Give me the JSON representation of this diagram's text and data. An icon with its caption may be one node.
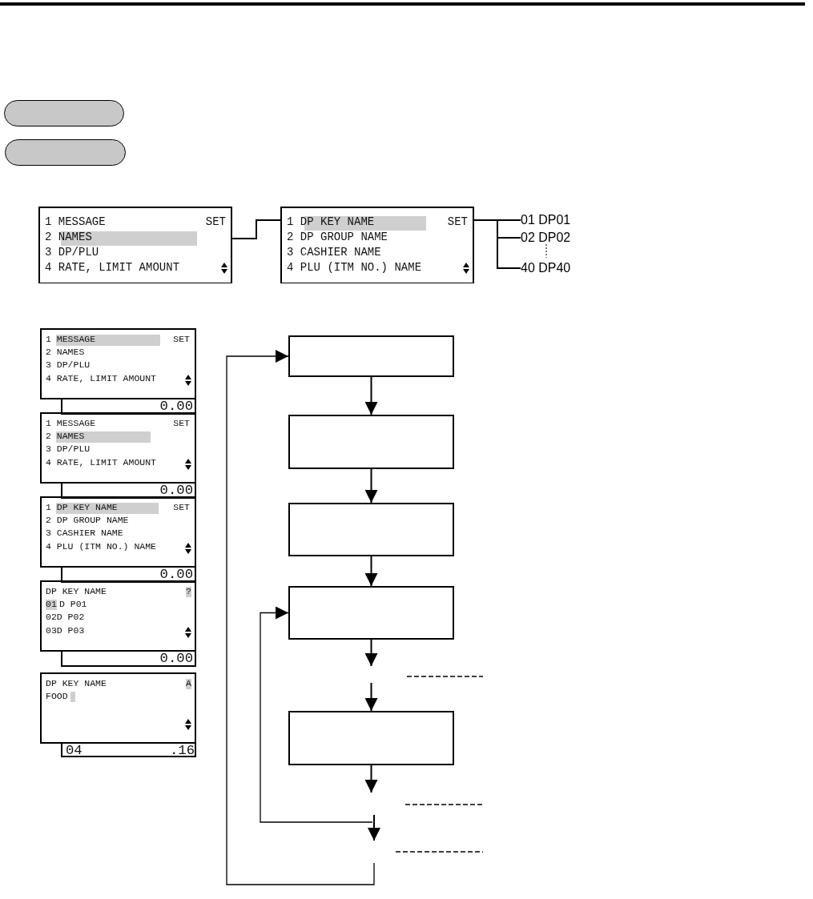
{
  "diagram": {
    "nodes": [
      {
        "text": [],
        "shape": "oval"
      },
      {
        "text": [],
        "shape": "oval"
      },
      {
        "text": [
          "1 MESSAGE",
          "SET",
          "2 NAMES",
          "3 DP/PLU",
          "4 RATE, LIMIT AMOUNT"
        ]
      },
      {
        "text": [
          "1 DP KEY NAME",
          "SET",
          "2 DP GROUP NAME",
          "3 CASHIER NAME",
          "4 PLU (ITM NO.) NAME"
        ]
      },
      {
        "text": [
          "01 DP01"
        ]
      },
      {
        "text": [
          "02 DP02"
        ]
      },
      {
        "text": [
          "40 DP40"
        ]
      },
      {
        "text": [
          "1 MESSAGE",
          "SET",
          "2 NAMES",
          "3 DP/PLU",
          "4 RATE, LIMIT AMOUNT",
          "0.00"
        ]
      },
      {
        "text": [
          "1 MESSAGE",
          "SET",
          "2 NAMES",
          "3 DP/PLU",
          "4 RATE, LIMIT AMOUNT",
          "0.00"
        ]
      },
      {
        "text": [
          "1 DP KEY NAME",
          "SET",
          "2 DP GROUP NAME",
          "3 CASHIER NAME",
          "4 PLU (ITM NO.) NAME",
          "0.00"
        ]
      },
      {
        "text": [
          "DP KEY NAME",
          "?",
          "01",
          "D P01",
          "02D P02",
          "03D P03",
          "0.00"
        ]
      },
      {
        "text": [
          "DP KEY NAME",
          "A",
          "FOOD",
          "04",
          ".16"
        ]
      },
      {
        "text": [],
        "shape": "box"
      },
      {
        "text": [],
        "shape": "box"
      },
      {
        "text": [],
        "shape": "box"
      },
      {
        "text": [],
        "shape": "box"
      },
      {
        "text": [],
        "shape": "box"
      }
    ],
    "edges": [
      {
        "from": 2,
        "to": 3,
        "arrow": "none"
      },
      {
        "from": 3,
        "to": 4,
        "arrow": "none"
      },
      {
        "from": 3,
        "to": 5,
        "arrow": "none"
      },
      {
        "from": 3,
        "to": 6,
        "arrow": "none"
      },
      {
        "from": 12,
        "to": 13,
        "arrow": "to"
      },
      {
        "from": 13,
        "to": 14,
        "arrow": "to"
      },
      {
        "from": 14,
        "to": 15,
        "arrow": "to"
      },
      {
        "from": 15,
        "to": null,
        "arrow": "to"
      },
      {
        "from": null,
        "to": 16,
        "arrow": "to"
      },
      {
        "from": 16,
        "to": null,
        "arrow": "to"
      },
      {
        "from": null,
        "to": 15,
        "arrow": "to"
      },
      {
        "from": null,
        "to": 12,
        "arrow": "to"
      }
    ]
  }
}
